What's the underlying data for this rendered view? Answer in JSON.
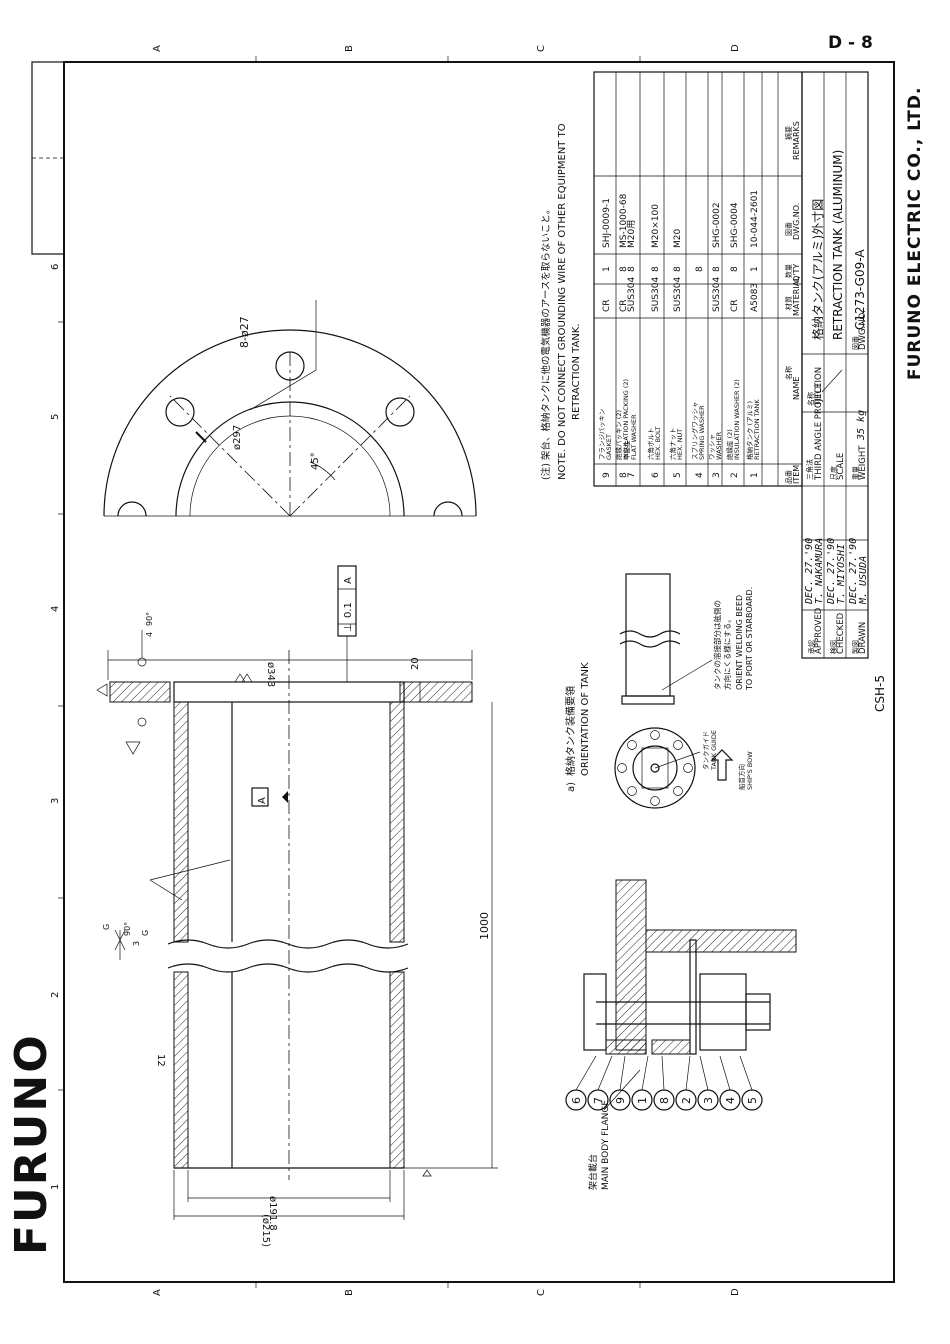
{
  "page_number": "D - 8",
  "logo_text": "FURUNO",
  "sheet_code": "CSH-5",
  "company": "FURUNO ELECTRIC CO., LTD.",
  "zones": {
    "letters": [
      "A",
      "B",
      "C",
      "D"
    ],
    "numbers": [
      "1",
      "2",
      "3",
      "4",
      "5",
      "6"
    ]
  },
  "note": {
    "jp": "(注) 架台、格納タンクに他の電気機器のアースを取らないこと。",
    "en_line1": "NOTE. DO NOT CONNECT GROUNDING WIRE OF OTHER EQUIPMENT TO",
    "en_line2": "RETRACTION TANK."
  },
  "parts_table": {
    "headers": {
      "item_jp": "品番",
      "item": "ITEM",
      "name_jp": "名称",
      "name": "NAME",
      "material_jp": "材質",
      "material": "MATERIAL",
      "qty_jp": "数量",
      "qty": "Q'TY",
      "dwg_jp": "図番",
      "dwg": "DWG.NO.",
      "remarks_jp": "摘要",
      "remarks": "REMARKS"
    },
    "rows": [
      {
        "item": "9",
        "name_jp": "フランジパッキン",
        "name_en": "GASKET",
        "material": "CR",
        "qty": "1",
        "dwg": "SHJ-0009-1"
      },
      {
        "item": "8",
        "name_jp": "絶縁パッキン (2)",
        "name_en": "INSULATION PACKING (2)",
        "material": "CR",
        "qty": "8",
        "dwg": "MS-1000-68"
      },
      {
        "item": "7",
        "name_jp": "平座金",
        "name_en": "FLAT WASHER",
        "material": "SUS304",
        "qty": "8",
        "dwg": "M20用"
      },
      {
        "item": "6",
        "name_jp": "六角ボルト",
        "name_en": "HEX. BOLT",
        "material": "SUS304",
        "qty": "8",
        "dwg": "M20×100"
      },
      {
        "item": "5",
        "name_jp": "六角ナット",
        "name_en": "HEX. NUT",
        "material": "SUS304",
        "qty": "8",
        "dwg": "M20"
      },
      {
        "item": "4",
        "name_jp": "スプリングワッシャ",
        "name_en": "SPRING WASHER",
        "material": "",
        "qty": "8",
        "dwg": ""
      },
      {
        "item": "3",
        "name_jp": "ワッシャ",
        "name_en": "WASHER",
        "material": "SUS304",
        "qty": "8",
        "dwg": "SHG-0002"
      },
      {
        "item": "2",
        "name_jp": "絶縁座 (2)",
        "name_en": "INSULATION WASHER (2)",
        "material": "CR",
        "qty": "8",
        "dwg": "SHG-0004"
      },
      {
        "item": "1",
        "name_jp": "格納タンク (アルミ)",
        "name_en": "RETRACTION TANK",
        "material": "A5083",
        "qty": "1",
        "dwg": "10-044-2601"
      }
    ]
  },
  "title_block": {
    "approved_label": "APPROVED",
    "approved_jp": "承認",
    "approved_date": "DEC. 27.'90",
    "approved_by": "T. NAKAMURA",
    "checked_label": "CHECKED",
    "checked_jp": "検図",
    "checked_date": "DEC. 27.'90",
    "checked_by": "T. MIYOSHI",
    "drawn_label": "DRAWN",
    "drawn_jp": "製図",
    "drawn_date": "DEC. 27.'90",
    "drawn_by": "M. USUDA",
    "projection_jp": "三角法",
    "projection": "THIRD ANGLE PROJECTION",
    "scale_label": "SCALE",
    "scale_jp": "尺度",
    "weight_label": "WEIGHT",
    "weight_jp": "重量",
    "weight": "35 kg",
    "title_label": "TITLE",
    "title_jp_label": "名称",
    "title_jp": "格納タンク(アルミ)外寸図",
    "title_en": "RETRACTION TANK (ALUMINUM)",
    "dwg_label": "DWG.NO.",
    "dwg_jp": "図番",
    "dwg_no": "C1273-G09-A"
  },
  "section_view": {
    "dims": {
      "flange_od": "ø343",
      "bore_id": "ø191.8",
      "tube_od": "(ø215)",
      "length": "1000",
      "flange_thk": "20",
      "wall": "12",
      "flatness": "0.1",
      "datum": "A",
      "chamfer_weld": "4",
      "chamfer_angle": "90°",
      "groove_weld": "3",
      "groove_angle": "90°",
      "groove_sym": "G"
    },
    "labels": {
      "main_flange_jp": "架台載台",
      "main_flange": "MAIN BODY FLANGE"
    }
  },
  "flange_view": {
    "holes": "8-ø27",
    "pcd": "ø297",
    "angle": "45°"
  },
  "orientation": {
    "heading_prefix": "a)",
    "heading_jp": "格納タンク装備要領",
    "heading": "ORIENTATION OF TANK",
    "note_jp_1": "タンクの溶接部分は舷側の",
    "note_jp_2": "方向にくる様にする。",
    "note_1": "ORIENT WELDING BEED",
    "note_2": "TO PORT OR STARBOARD.",
    "guide_jp": "タンクガイド",
    "guide": "TANK GUIDE",
    "bow_jp": "船首方向",
    "bow": "SHIP'S BOW"
  },
  "detail_balloons": [
    "6",
    "7",
    "9",
    "1",
    "8",
    "2",
    "3",
    "4",
    "5"
  ]
}
